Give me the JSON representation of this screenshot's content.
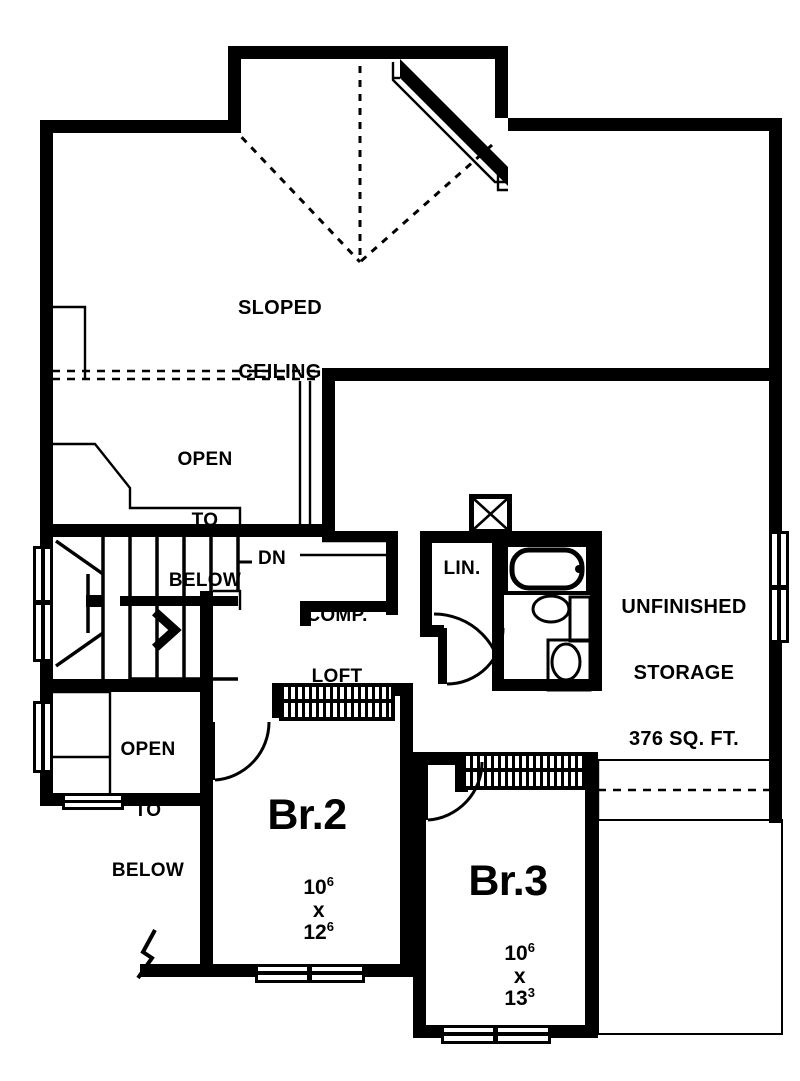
{
  "plan": {
    "type": "architectural-floor-plan",
    "level": "second-floor",
    "line_color": "#000000",
    "background_color": "#ffffff",
    "wall_fill": "#000000"
  },
  "labels": {
    "sloped_ceiling": {
      "line1": "SLOPED",
      "line2": "CEILING"
    },
    "open_to_below_upper": {
      "line1": "OPEN",
      "line2": "TO",
      "line3": "BELOW"
    },
    "open_to_below_lower": {
      "line1": "OPEN",
      "line2": "TO",
      "line3": "BELOW"
    },
    "stair_direction": "DN",
    "comp_loft": {
      "line1": "COMP.",
      "line2": "LOFT"
    },
    "linen": "LIN.",
    "unfinished_storage": {
      "line1": "UNFINISHED",
      "line2": "STORAGE",
      "line3": "376 SQ. FT."
    }
  },
  "rooms": [
    {
      "id": "bedroom-2",
      "name": "Br.2",
      "dim_width_feet": "10",
      "dim_width_inches": "6",
      "dim_separator": "x",
      "dim_depth_feet": "12",
      "dim_depth_inches": "6",
      "dims_text": "10⁶ x 12⁶"
    },
    {
      "id": "bedroom-3",
      "name": "Br.3",
      "dim_width_feet": "10",
      "dim_width_inches": "6",
      "dim_separator": "x",
      "dim_depth_feet": "13",
      "dim_depth_inches": "3",
      "dims_text": "10⁶ x 13³"
    }
  ],
  "areas": {
    "unfinished_storage_sqft": "376"
  },
  "fixtures": [
    {
      "id": "bathtub",
      "name": "bathtub-fixture"
    },
    {
      "id": "lavatory",
      "name": "sink-fixture"
    },
    {
      "id": "toilet",
      "name": "toilet-fixture"
    },
    {
      "id": "vanity",
      "name": "vanity-counter"
    }
  ],
  "features": [
    {
      "id": "stair-run",
      "name": "staircase-with-winders"
    },
    {
      "id": "stair-arrow",
      "name": "stair-direction-arrow"
    },
    {
      "id": "window-left-stair",
      "name": "window"
    },
    {
      "id": "window-right-storage",
      "name": "window"
    },
    {
      "id": "window-bath",
      "name": "window"
    },
    {
      "id": "window-br2-south",
      "name": "window"
    },
    {
      "id": "window-br3-south",
      "name": "window"
    },
    {
      "id": "window-lower-left",
      "name": "window"
    },
    {
      "id": "door-bath",
      "name": "swing-door"
    },
    {
      "id": "door-linen",
      "name": "swing-door"
    },
    {
      "id": "door-br2",
      "name": "swing-door"
    },
    {
      "id": "door-br3",
      "name": "swing-door"
    },
    {
      "id": "break-line",
      "name": "break-line-symbol"
    },
    {
      "id": "knee-wall-br2",
      "name": "hatched-knee-wall"
    },
    {
      "id": "knee-wall-br3",
      "name": "hatched-knee-wall"
    },
    {
      "id": "hip-lines",
      "name": "dashed-ceiling-hip-lines"
    },
    {
      "id": "diagonal-wall",
      "name": "angled-exterior-wall"
    }
  ]
}
